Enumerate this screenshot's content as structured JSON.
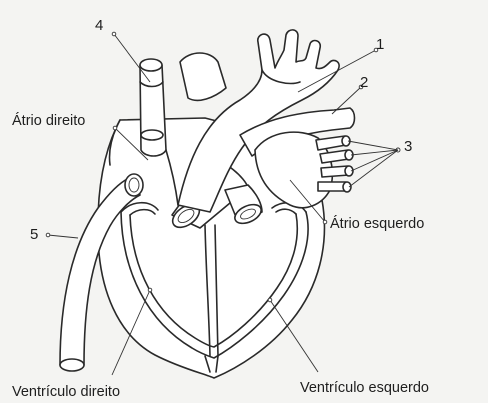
{
  "diagram": {
    "labels": {
      "n1": "1",
      "n2": "2",
      "n3": "3",
      "n4": "4",
      "n5": "5",
      "right_atrium": "Átrio direito",
      "left_atrium": "Átrio esquerdo",
      "right_ventricle": "Ventrículo direito",
      "left_ventricle": "Ventrículo esquerdo"
    }
  }
}
